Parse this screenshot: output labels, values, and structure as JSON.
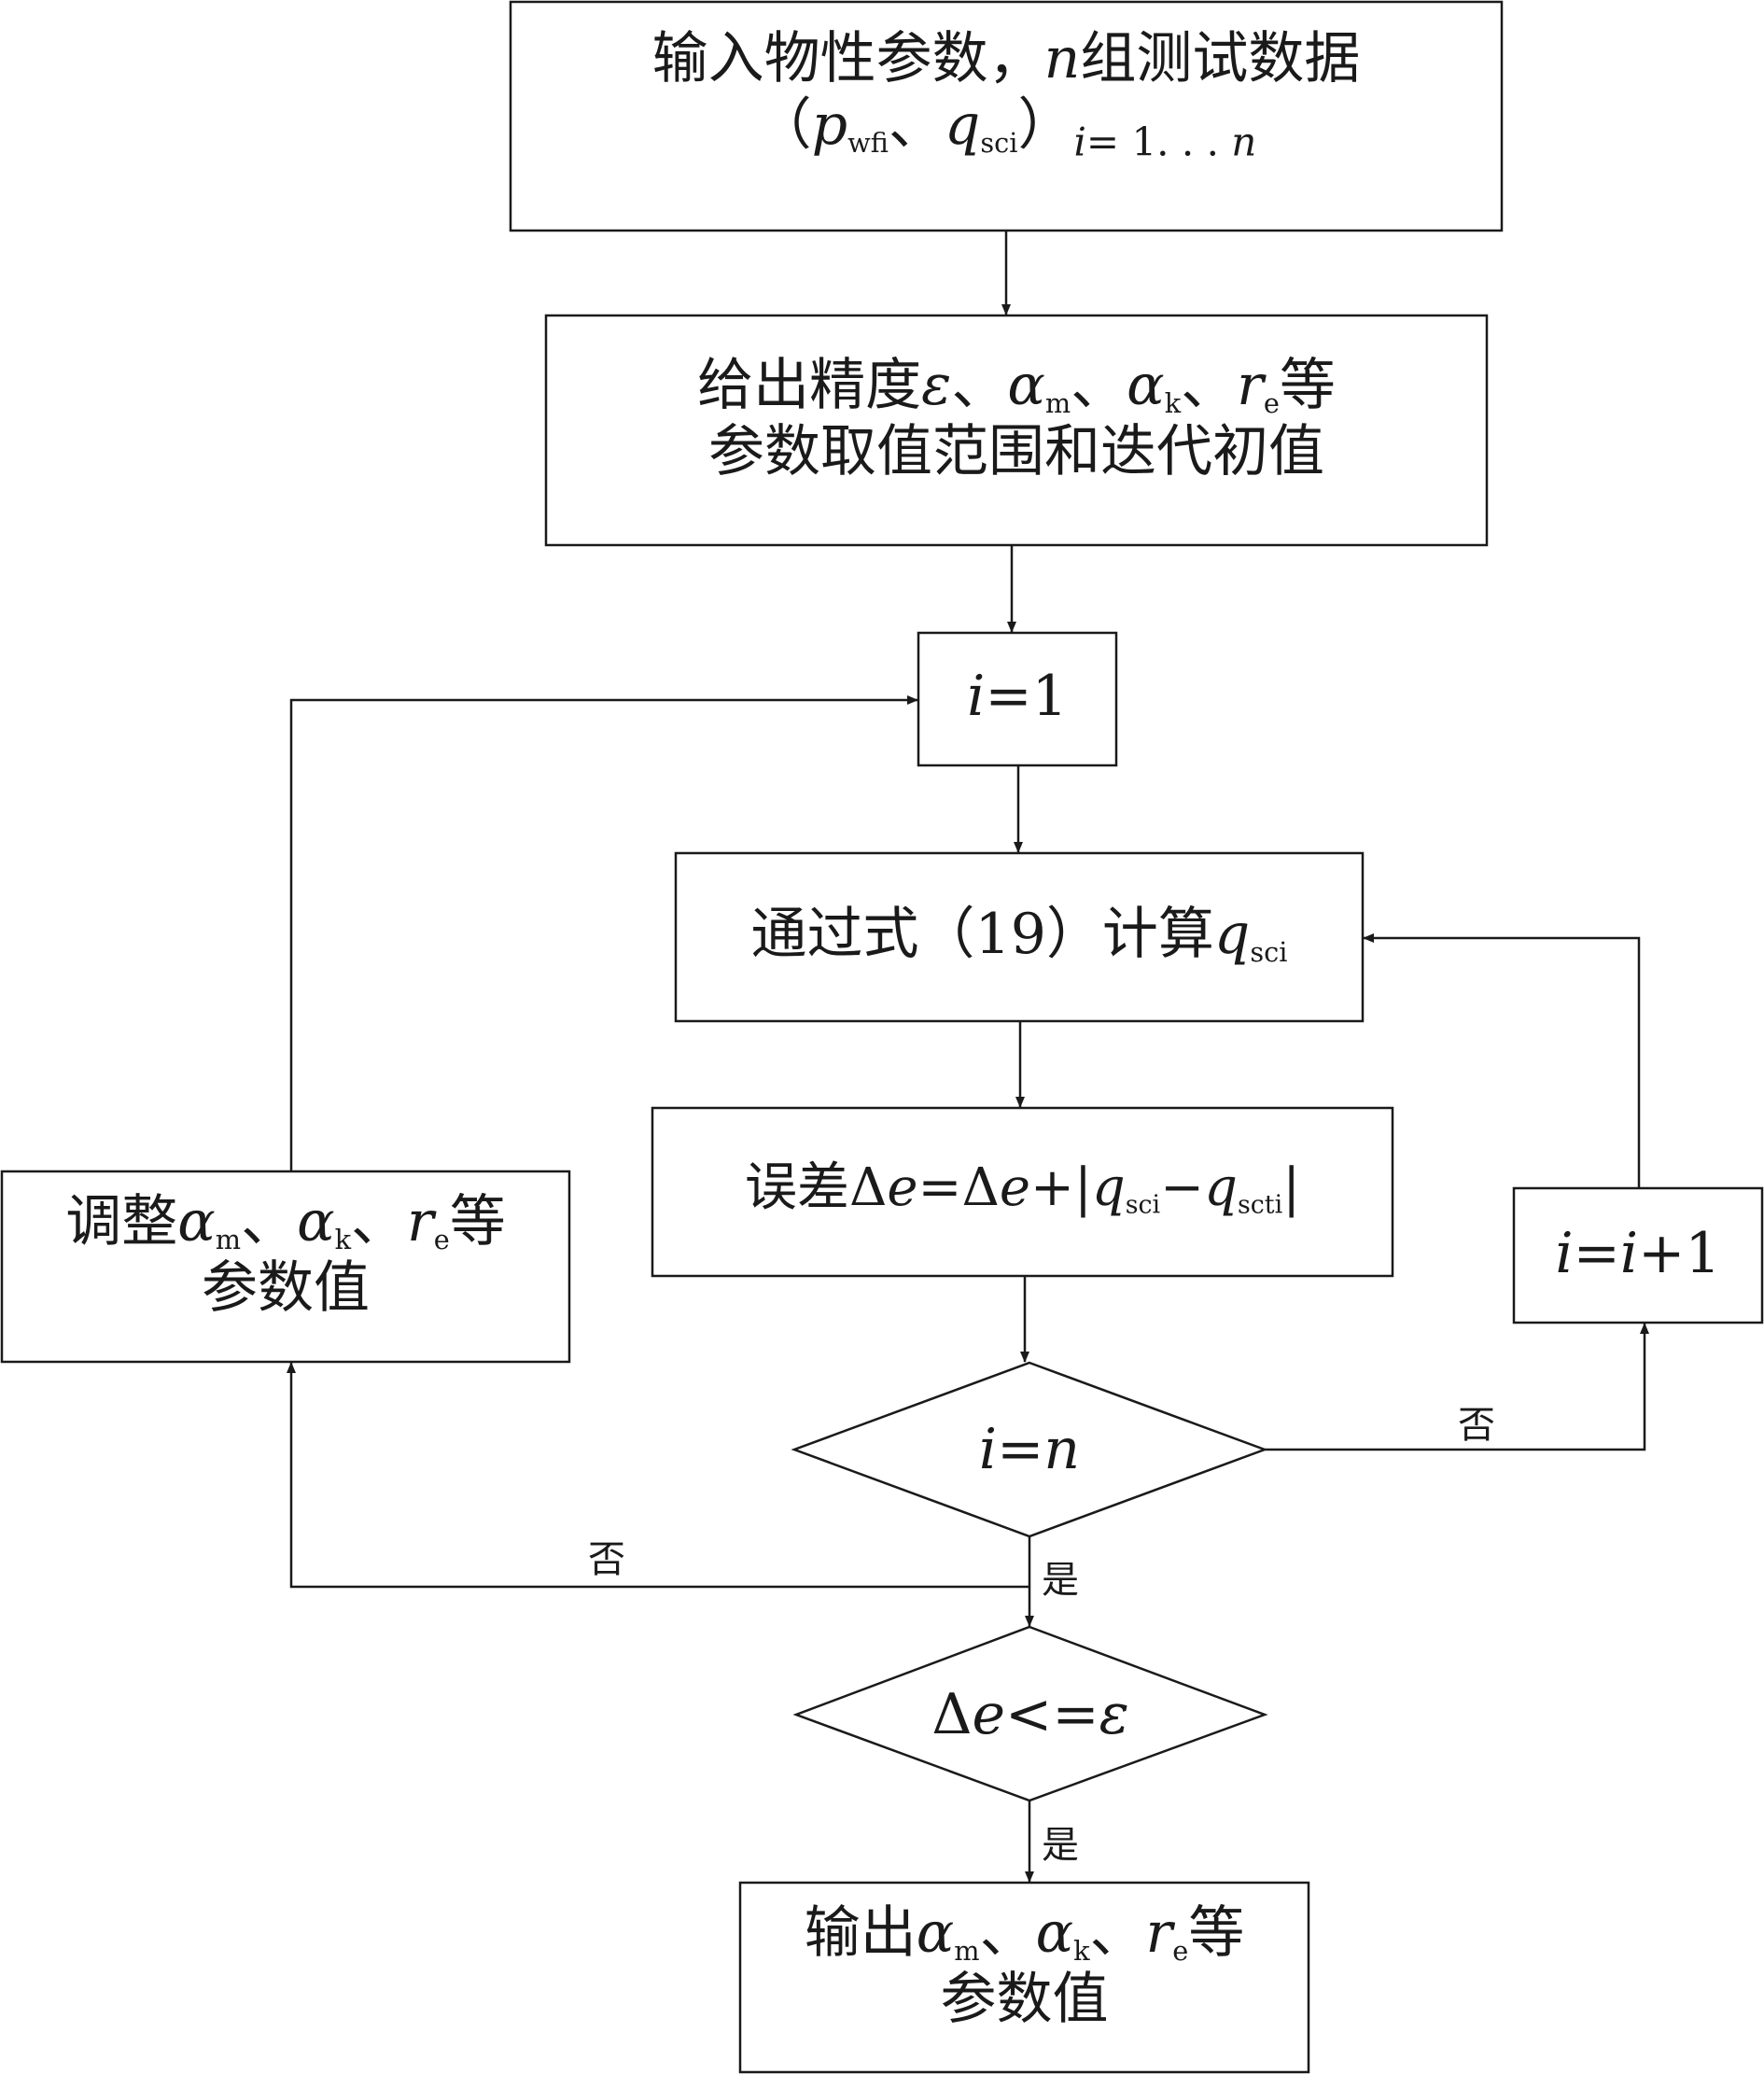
{
  "nodes": {
    "input": {
      "line1_text": "输入物性参数，",
      "line1_var": "n",
      "line1_tail": "组测试数据",
      "open_paren": "（",
      "p": "p",
      "p_sub": "wfi",
      "sep": "、",
      "q": "q",
      "q_sub": "sci",
      "close_paren": "）",
      "range_i": "i",
      "range_eq": "= 1. . . ",
      "range_n": "n"
    },
    "precision": {
      "line1_text": "给出精度",
      "eps": "ε",
      "sep1": "、",
      "am": "α",
      "am_sub": "m",
      "sep2": "、",
      "ak": "α",
      "ak_sub": "k",
      "sep3": "、",
      "re": "r",
      "re_sub": "e",
      "tail": "等",
      "line2": "参数取值范围和迭代初值"
    },
    "init_i": {
      "var": "i",
      "eq": "=1"
    },
    "compute": {
      "text": "通过式（19）计算",
      "q": "q",
      "q_sub": "sci"
    },
    "error": {
      "text": "误差",
      "delta1": "Δ",
      "e1": "e",
      "eq": "=",
      "delta2": "Δ",
      "e2": "e",
      "plus": "+",
      "bar1": "|",
      "q1": "q",
      "q1_sub": "sci",
      "minus": "−",
      "q2": "q",
      "q2_sub": "scti",
      "bar2": "|"
    },
    "incr": {
      "i1": "i",
      "eq": "=",
      "i2": "i",
      "tail": "+1"
    },
    "check_n": {
      "i": "i",
      "eq": "=",
      "n": "n"
    },
    "check_eps": {
      "delta": "Δ",
      "e": "e",
      "op": "<=",
      "eps": "ε"
    },
    "adjust": {
      "line1_text": "调整",
      "am": "α",
      "am_sub": "m",
      "sep1": "、",
      "ak": "α",
      "ak_sub": "k",
      "sep2": "、",
      "re": "r",
      "re_sub": "e",
      "tail": "等",
      "line2": "参数值"
    },
    "output": {
      "line1_text": "输出",
      "am": "α",
      "am_sub": "m",
      "sep1": "、",
      "ak": "α",
      "ak_sub": "k",
      "sep2": "、",
      "re": "r",
      "re_sub": "e",
      "tail": "等",
      "line2": "参数值"
    }
  },
  "edge_labels": {
    "no_to_increment": "否",
    "no_to_adjust": "否",
    "yes_to_check": "是",
    "yes_to_output": "是"
  }
}
